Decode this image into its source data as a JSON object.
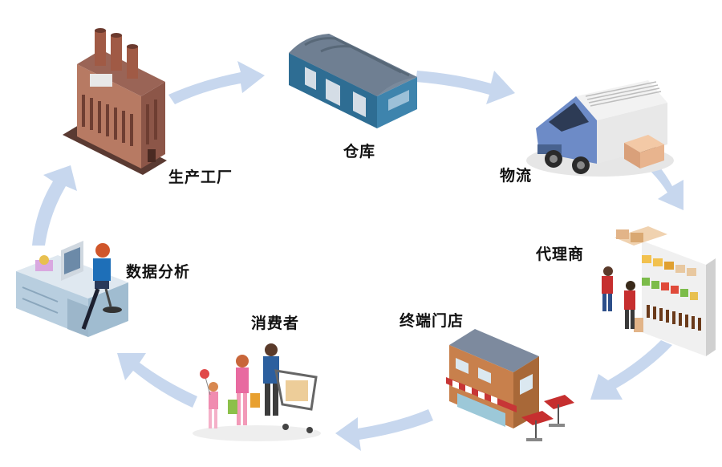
{
  "diagram": {
    "type": "cycle",
    "arrow_color": "#c7d7ee",
    "nodes": [
      {
        "label": "生产工厂",
        "icon": "factory-icon"
      },
      {
        "label": "仓库",
        "icon": "warehouse-icon"
      },
      {
        "label": "物流",
        "icon": "van-icon"
      },
      {
        "label": "代理商",
        "icon": "shelf-icon"
      },
      {
        "label": "终端门店",
        "icon": "store-icon"
      },
      {
        "label": "消费者",
        "icon": "shoppers-icon"
      },
      {
        "label": "数据分析",
        "icon": "analyst-desk-icon"
      }
    ]
  }
}
